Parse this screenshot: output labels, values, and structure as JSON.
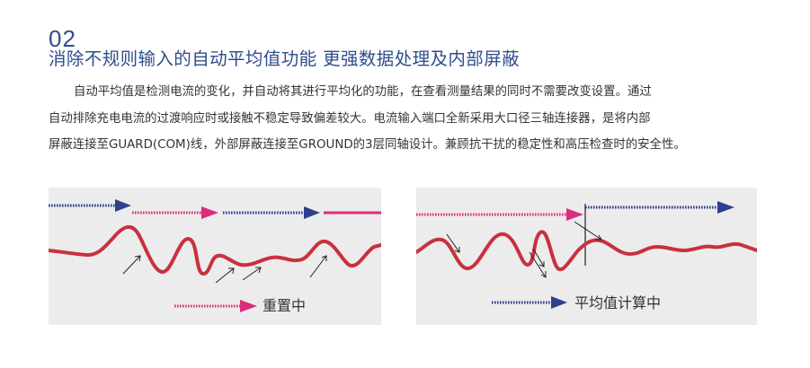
{
  "section": {
    "number": "02",
    "heading": "消除不规则输入的自动平均值功能 更强数据处理及内部屏蔽",
    "paragraph_lines": [
      "自动平均值是检测电流的变化，并自动将其进行平均化的功能，在查看测量结果的同时不需要改变设置。通过",
      "自动排除充电电流的过渡响应时或接触不稳定导致偏差较大。电流输入端口全新采用大口径三轴连接器，是将内部",
      "屏蔽连接至GUARD(COM)线，外部屏蔽连接至GROUND的3层同轴设计。兼顾抗干扰的稳定性和高压检查时的安全性。"
    ]
  },
  "diagrams": {
    "left_caption": "重置中",
    "right_caption": "平均值计算中"
  },
  "colors": {
    "heading_blue": "#2f4d8c",
    "wave_red": "#c9303e",
    "arrow_blue": "#2f3f8e",
    "arrow_pink": "#d92e7c",
    "panel_bg": "#ececec"
  }
}
